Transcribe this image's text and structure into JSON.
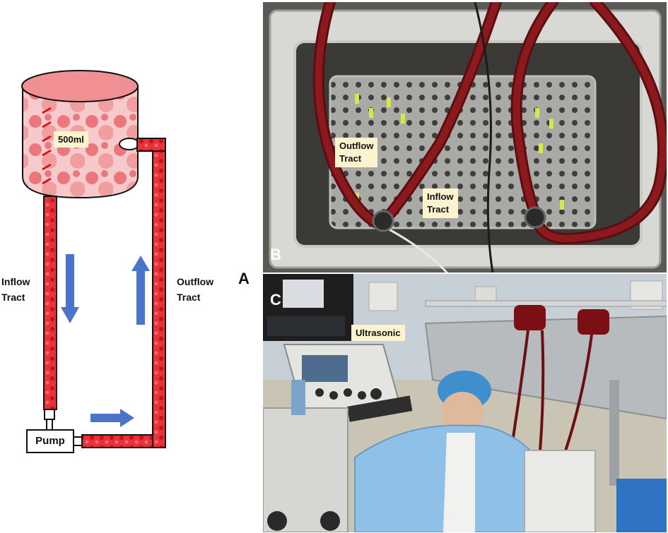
{
  "panel_a": {
    "letter": "A",
    "reservoir_label": "500ml",
    "inflow_label": [
      "Inflow",
      "Tract"
    ],
    "outflow_label": [
      "Outflow",
      "Tract"
    ],
    "pump_label": "Pump"
  },
  "panel_b": {
    "letter": "B",
    "outflow_label": [
      "Outflow",
      "Tract"
    ],
    "inflow_label": [
      "Inflow",
      "Tract"
    ]
  },
  "panel_c": {
    "letter": "C",
    "ultrasonic_label": "Ultrasonic"
  },
  "colors": {
    "blood_red": "#e0141c",
    "arrow_blue": "#4a74c9",
    "tube_dark_red": "#7a1418",
    "label_bg": "#fdf3cf"
  }
}
